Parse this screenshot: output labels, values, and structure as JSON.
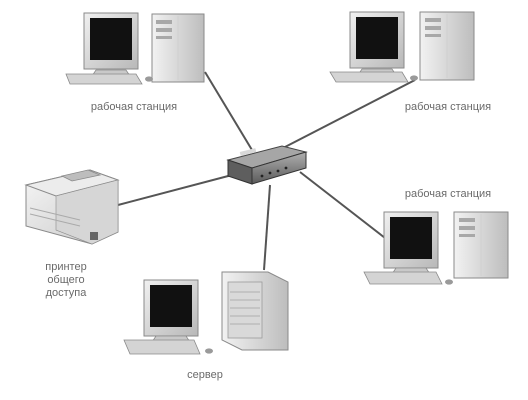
{
  "labels": {
    "workstation_top_left": "рабочая станция",
    "workstation_top_right": "рабочая станция",
    "workstation_right": "рабочая станция",
    "printer_line1": "принтер",
    "printer_line2": "общего",
    "printer_line3": "доступа",
    "server": "сервер"
  },
  "colors": {
    "cable": "#555555",
    "label_text": "#6a6a6a",
    "case_light": "#e4e4e4",
    "case_shade": "#bcbcbc",
    "screen": "#111111",
    "hub_body": "#8a8a8a"
  }
}
